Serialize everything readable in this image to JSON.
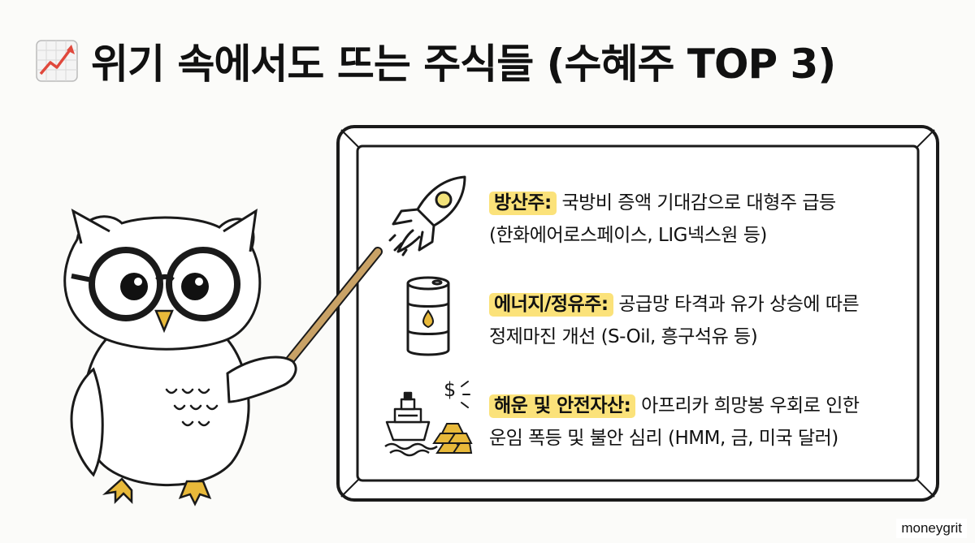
{
  "title": {
    "icon": "chart-increasing-icon",
    "text": "위기 속에서도 뜨는 주식들 (수혜주 TOP 3)"
  },
  "items": [
    {
      "icon": "rocket-icon",
      "label": "방산주:",
      "line1": " 국방비 증액 기대감으로 대형주 급등",
      "line2": "(한화에어로스페이스, LIG넥스원 등)"
    },
    {
      "icon": "oil-barrel-icon",
      "label": "에너지/정유주:",
      "line1": " 공급망 타격과 유가 상승에 따른",
      "line2": "정제마진 개선 (S-Oil, 흥구석유 등)"
    },
    {
      "icon": "ship-and-gold-icon",
      "label": "해운 및 안전자산:",
      "line1": " 아프리카 희망봉 우회로 인한",
      "line2": "운임 폭등 및 불안 심리 (HMM, 금, 미국 달러)"
    }
  ],
  "illustration": "owl-teacher-with-pointer",
  "brand": "moneygrit",
  "colors": {
    "highlight": "#fbe27a",
    "gold": "#e8b93a",
    "rocket_window": "#f2e27a",
    "chart_line": "#e0483c"
  }
}
